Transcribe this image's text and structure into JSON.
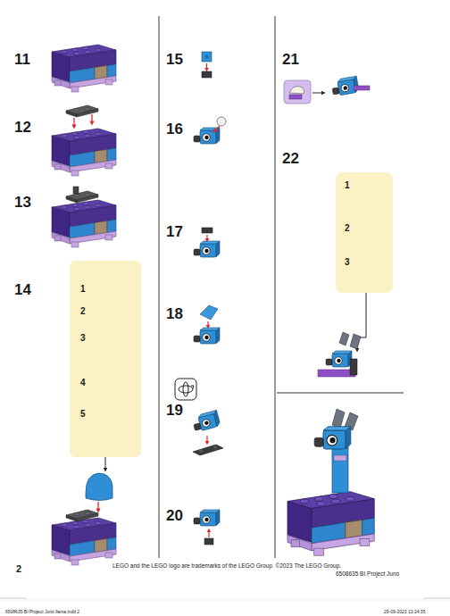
{
  "diagram": {
    "nodes": [
      {
        "text": [
          "1",
          "2",
          "3",
          "4",
          "5"
        ]
      },
      {
        "text": [
          "1",
          "2",
          "3"
        ]
      }
    ],
    "labels": [
      "11",
      "12",
      "13",
      "14",
      "15",
      "16",
      "17",
      "18",
      "19",
      "20",
      "21",
      "22",
      "2",
      "LEGO and the LEGO logo are trademarks of the LEGO Group. ©2023 The LEGO Group.",
      "6508635 BI  Project Juno",
      "6508635 BI Project Juno llama.indd   2",
      "29-09-2023   13:24:35"
    ]
  }
}
